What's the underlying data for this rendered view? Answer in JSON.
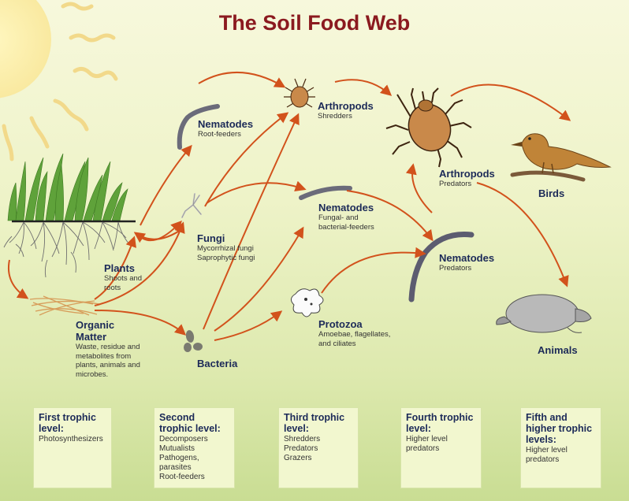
{
  "title": "The Soil Food Web",
  "colors": {
    "title": "#8b1a1f",
    "arrow": "#d2521c",
    "label": "#1c2a58",
    "box_bg": "#f2f7cf"
  },
  "nodes": {
    "plants": {
      "name": "Plants",
      "desc": "Shoots and\nroots"
    },
    "organic_matter": {
      "name": "Organic\nMatter",
      "desc": "Waste, residue and\nmetabolites from\nplants, animals and\nmicrobes."
    },
    "nematodes_root": {
      "name": "Nematodes",
      "desc": "Root-feeders"
    },
    "fungi": {
      "name": "Fungi",
      "desc": "Mycorrhizal fungi\nSaprophytic fungi"
    },
    "bacteria": {
      "name": "Bacteria",
      "desc": ""
    },
    "arthropods_shredders": {
      "name": "Arthropods",
      "desc": "Shredders"
    },
    "nematodes_fungal": {
      "name": "Nematodes",
      "desc": "Fungal- and\nbacterial-feeders"
    },
    "protozoa": {
      "name": "Protozoa",
      "desc": "Amoebae, flagellates,\nand ciliates"
    },
    "arthropods_predators": {
      "name": "Arthropods",
      "desc": "Predators"
    },
    "nematodes_predators": {
      "name": "Nematodes",
      "desc": "Predators"
    },
    "birds": {
      "name": "Birds",
      "desc": ""
    },
    "animals": {
      "name": "Animals",
      "desc": ""
    }
  },
  "trophic_levels": [
    {
      "heading": "First trophic\nlevel:",
      "items": "Photosynthesizers"
    },
    {
      "heading": "Second\ntrophic level:",
      "items": "Decomposers\nMutualists\nPathogens, parasites\nRoot-feeders"
    },
    {
      "heading": "Third trophic\nlevel:",
      "items": "Shredders\nPredators\nGrazers"
    },
    {
      "heading": "Fourth trophic\nlevel:",
      "items": "Higher level\npredators"
    },
    {
      "heading": "Fifth and\nhigher trophic\nlevels:",
      "items": "Higher level\npredators"
    }
  ]
}
